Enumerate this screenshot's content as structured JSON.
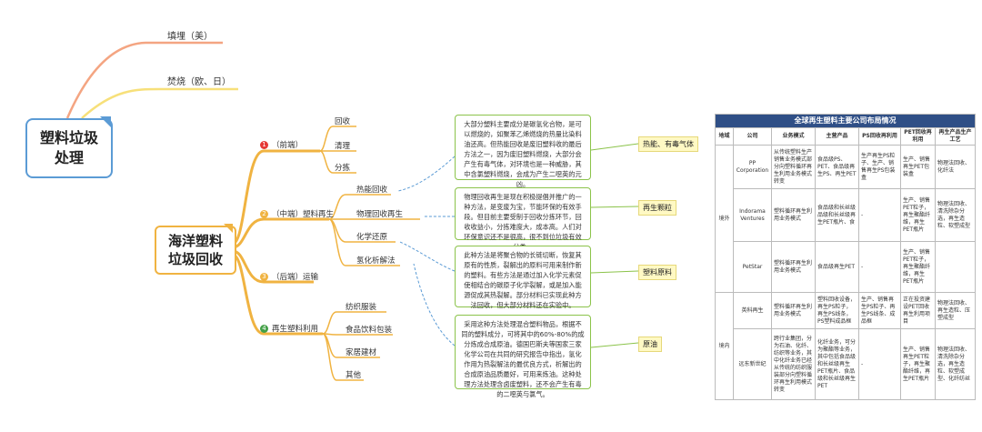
{
  "left_map": {
    "root": "塑料垃圾\n处理",
    "branches": [
      "填埋（美）",
      "焚烧（欧、日）"
    ]
  },
  "ocean_map": {
    "root": "海洋塑料\n垃圾回收",
    "branches": [
      {
        "num": "1",
        "label": "（前端）",
        "children": [
          "回收",
          "清理",
          "分拣"
        ]
      },
      {
        "num": "2",
        "label": "（中端）塑料再生",
        "children": [
          "热能回收",
          "物理回收再生",
          "化学还原",
          "氢化析解法"
        ]
      },
      {
        "num": "3",
        "label": "（后端）运输",
        "children": []
      },
      {
        "num": "4",
        "label": "再生塑料利用",
        "children": [
          "纺织服装",
          "食品饮料包装",
          "家居建材",
          "其他"
        ]
      }
    ],
    "colors": {
      "n1": "#e53935",
      "n2": "#f0b341",
      "n3": "#f0b341",
      "n4": "#43a047"
    }
  },
  "method_boxes": [
    {
      "text": "大部分塑料主要成分是碳氢化合物，是可以燃烧的，如聚苯乙烯燃烧的热量比染料油还高。但热能回收是废旧塑料收的最后方法之一，因为废旧塑料燃烧，大部分会产生有毒气体，对环境也是一种威胁，其中含氯塑料燃烧，会成为产生二噁英的元凶。",
      "tag": "热能、有毒气体"
    },
    {
      "text": "物理回收再生是现在积极提倡并推广的一种方法，是变废为宝，节能环保的有效手段。但目前主要受制于回收分拣环节，回收收益小，分拣难度大，成本高。人们对环保意识还不是很高，很不到位垃圾有效分类。",
      "tag": "再生颗粒"
    },
    {
      "text": "此种方法是将聚合物的长链切断，恢复其原有的性质，裂解出的原料可用来制作新的塑料。有些方法是通过加入化学元素促使相结合的碳原子化学裂解，或是加入能源促成其热裂解。部分材料已实现此种方法回收，但大部分材料还在实验中。",
      "tag": "塑料原料"
    },
    {
      "text": "采用这种方法处理混合塑料物品，根据不同的塑料成分，可将其中的60%-80%的成分炼成合成原油。德国巴斯夫等国家三家化学公司在共同的研究报告中指出，氢化作用为热裂解法的最优良方式，析解出的合成原油品质最好，可用来炼油。这种处理方法处理含卤废塑料，还不会产生有毒的二噁英与氯气。",
      "tag": "原油"
    }
  ],
  "table": {
    "title": "全球再生塑料主要公司布局情况",
    "headers": [
      "地域",
      "公司",
      "业务模式",
      "主营产品",
      "PS回收再利用",
      "PET回收再利用",
      "再生产品生产工艺"
    ],
    "regions": [
      "境外",
      "境内"
    ],
    "rows": [
      [
        "PP Corporation",
        "从传统塑料生产销售业务模式部分向塑料循环再生利用业务模式转变",
        "食品级PS、PET、食品级再生PS、再生PET",
        "生产再生PS粒子、生产、销售再生PS包装盒",
        "生产、销售再生PET包装盒",
        "物理法回收、化纤法"
      ],
      [
        "Indorama Ventures",
        "塑料循环再生利用业务模式",
        "食品级和长丝级品级和长丝级再生PET瓶片、食",
        "-",
        "生产、销售PET粒子，再生聚酯纤维，再生PET瓶片",
        "物理法回收、清洗除杂分选，再生造粒、软塑成型"
      ],
      [
        "PetStar",
        "塑料循环再生利用业务模式",
        "食品级再生PET",
        "-",
        "生产、销售PET粒子，再生聚酯纤维，再生PET瓶片",
        ""
      ],
      [
        "英科再生",
        "塑料循环再生利用业务模式",
        "塑料回收设备，再生PS粒子，再生PS线条，PS塑料成品框",
        "生产、销售再生PS粒子、再生PS线条、成品框",
        "正在投资建设PET回收再生利用项目",
        "物理法回收、再生造粒、压塑成型"
      ],
      [
        "远东新世纪",
        "跨行业集团，分为石油、化纤、纺织等业务，其中化纤业务已经从传统的纺织服装部分向塑料循环再生利用模式转变",
        "化纤业务，可分为聚酯等业务，其中包括食品级和长丝级再生PET瓶片、食品级和长丝级再生PET",
        "-",
        "生产、销售再生PET粒子，再生聚酯纤维，再生PET瓶片",
        "物理法回收、清洗除杂分选，再生造粒、软塑成型、化纤纺丝"
      ]
    ]
  }
}
